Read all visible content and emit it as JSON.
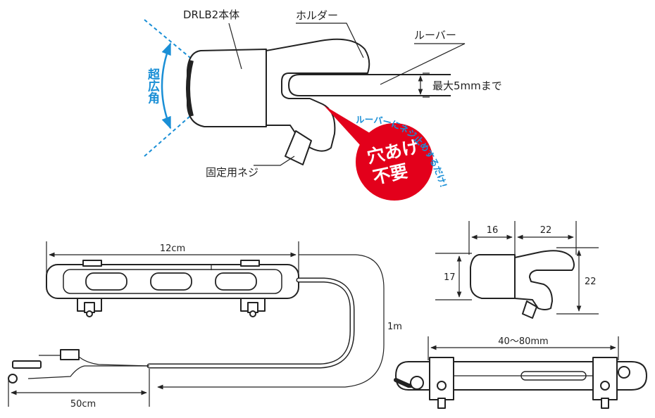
{
  "top": {
    "body_label": "DRLB2本体",
    "holder_label": "ホルダー",
    "louver_label": "ルーバー",
    "max_label": "最大5mmまで",
    "screw_label": "固定用ネジ",
    "wide_label": "超広角",
    "badge_line1": "穴あけ",
    "badge_line2": "不要",
    "arc_text": "ルーバーにネジ止めするだけ！"
  },
  "bottom": {
    "len_12": "12cm",
    "len_1m": "1m",
    "len_50": "50cm",
    "dim_16": "16",
    "dim_22_top": "22",
    "dim_17": "17",
    "dim_22_right": "22",
    "range": "40〜80mm"
  },
  "colors": {
    "blue": "#1a8fd6",
    "red": "#e3001b",
    "line": "#222222"
  }
}
